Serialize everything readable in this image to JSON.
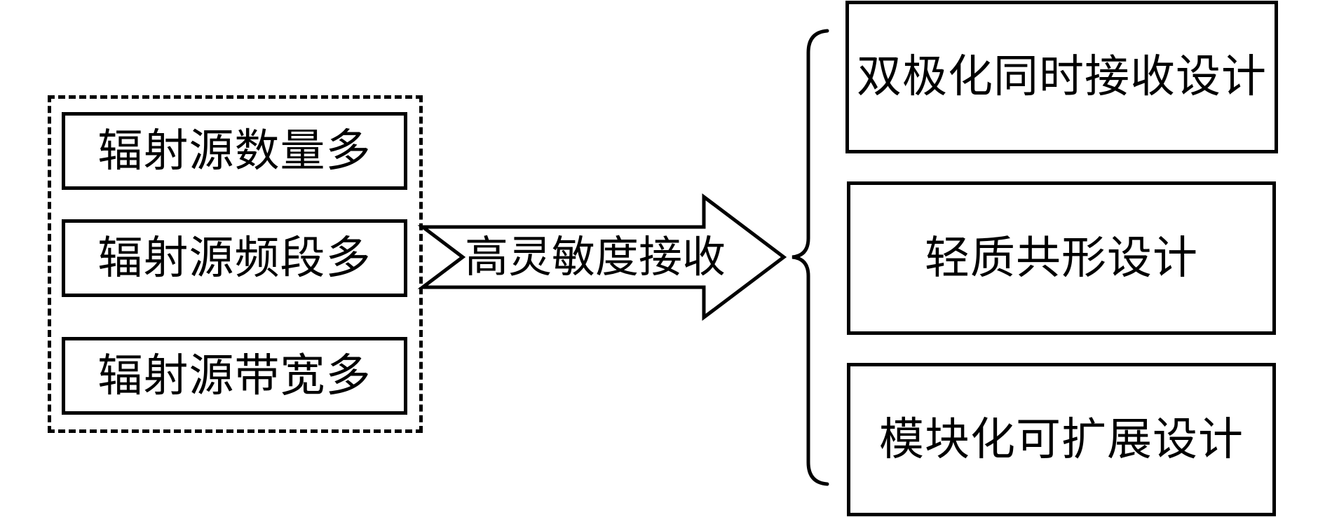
{
  "left_group": {
    "items": [
      {
        "label": "辐射源数量多"
      },
      {
        "label": "辐射源频段多"
      },
      {
        "label": "辐射源带宽多"
      }
    ]
  },
  "arrow": {
    "label": "高灵敏度接收"
  },
  "right_group": {
    "items": [
      {
        "label": "双极化同时接收设计"
      },
      {
        "label": "轻质共形设计"
      },
      {
        "label": "模块化可扩展设计"
      }
    ]
  },
  "colors": {
    "stroke": "#000000",
    "background": "#ffffff"
  }
}
